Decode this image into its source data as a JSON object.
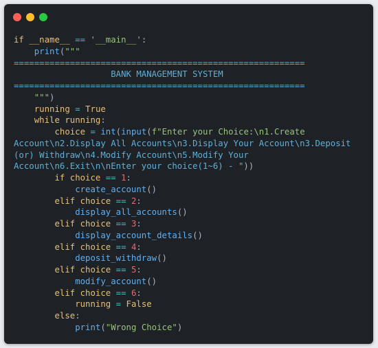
{
  "window": {
    "controls": [
      "close",
      "minimize",
      "maximize"
    ]
  },
  "code": {
    "lines": [
      {
        "indent": "",
        "tokens": [
          [
            "kw",
            "if"
          ],
          [
            "pl",
            " "
          ],
          [
            "var",
            "__name__"
          ],
          [
            "pl",
            " "
          ],
          [
            "op",
            "=="
          ],
          [
            "pl",
            " "
          ],
          [
            "str",
            "'__main__'"
          ],
          [
            "pl",
            ":"
          ]
        ]
      },
      {
        "indent": "    ",
        "tokens": [
          [
            "fn",
            "print"
          ],
          [
            "pl",
            "("
          ],
          [
            "str",
            "\"\"\""
          ]
        ]
      },
      {
        "indent": "",
        "tokens": [
          [
            "strblue",
            "========================================================="
          ]
        ]
      },
      {
        "indent": "",
        "tokens": [
          [
            "strblue",
            "                   BANK MANAGEMENT SYSTEM"
          ]
        ]
      },
      {
        "indent": "",
        "tokens": [
          [
            "strblue",
            "========================================================="
          ]
        ]
      },
      {
        "indent": "    ",
        "tokens": [
          [
            "str",
            "\"\"\""
          ],
          [
            "pl",
            ")"
          ]
        ]
      },
      {
        "indent": "    ",
        "tokens": [
          [
            "var",
            "running"
          ],
          [
            "pl",
            " "
          ],
          [
            "op",
            "="
          ],
          [
            "pl",
            " "
          ],
          [
            "kw",
            "True"
          ]
        ]
      },
      {
        "indent": "    ",
        "tokens": [
          [
            "kw",
            "while"
          ],
          [
            "pl",
            " "
          ],
          [
            "var",
            "running"
          ],
          [
            "pl",
            ":"
          ]
        ]
      },
      {
        "indent": "        ",
        "tokens": [
          [
            "var",
            "choice"
          ],
          [
            "pl",
            " "
          ],
          [
            "op",
            "="
          ],
          [
            "pl",
            " "
          ],
          [
            "fn",
            "int"
          ],
          [
            "pl",
            "("
          ],
          [
            "fn",
            "input"
          ],
          [
            "pl",
            "("
          ],
          [
            "str",
            "f\"Enter your Choice:\\n1.Create"
          ]
        ]
      },
      {
        "indent": "",
        "tokens": [
          [
            "strblue",
            "Account\\n2.Display All Accounts\\n3.Display Your Account\\n3.Deposit"
          ]
        ]
      },
      {
        "indent": "",
        "tokens": [
          [
            "strblue",
            "(or) Withdraw\\n4.Modify Account\\n5.Modify Your"
          ]
        ]
      },
      {
        "indent": "",
        "tokens": [
          [
            "strblue",
            "Account\\n6.Exit\\n\\nEnter your choice(1~6) - \""
          ],
          [
            "pl",
            "))"
          ]
        ]
      },
      {
        "indent": "        ",
        "tokens": [
          [
            "kw",
            "if"
          ],
          [
            "pl",
            " "
          ],
          [
            "var",
            "choice"
          ],
          [
            "pl",
            " "
          ],
          [
            "op",
            "=="
          ],
          [
            "pl",
            " "
          ],
          [
            "num",
            "1"
          ],
          [
            "pl",
            ":"
          ]
        ]
      },
      {
        "indent": "            ",
        "tokens": [
          [
            "fn",
            "create_account"
          ],
          [
            "pl",
            "()"
          ]
        ]
      },
      {
        "indent": "        ",
        "tokens": [
          [
            "kw",
            "elif"
          ],
          [
            "pl",
            " "
          ],
          [
            "var",
            "choice"
          ],
          [
            "pl",
            " "
          ],
          [
            "op",
            "=="
          ],
          [
            "pl",
            " "
          ],
          [
            "num",
            "2"
          ],
          [
            "pl",
            ":"
          ]
        ]
      },
      {
        "indent": "            ",
        "tokens": [
          [
            "fn",
            "display_all_accounts"
          ],
          [
            "pl",
            "()"
          ]
        ]
      },
      {
        "indent": "        ",
        "tokens": [
          [
            "kw",
            "elif"
          ],
          [
            "pl",
            " "
          ],
          [
            "var",
            "choice"
          ],
          [
            "pl",
            " "
          ],
          [
            "op",
            "=="
          ],
          [
            "pl",
            " "
          ],
          [
            "num",
            "3"
          ],
          [
            "pl",
            ":"
          ]
        ]
      },
      {
        "indent": "            ",
        "tokens": [
          [
            "fn",
            "display_account_details"
          ],
          [
            "pl",
            "()"
          ]
        ]
      },
      {
        "indent": "        ",
        "tokens": [
          [
            "kw",
            "elif"
          ],
          [
            "pl",
            " "
          ],
          [
            "var",
            "choice"
          ],
          [
            "pl",
            " "
          ],
          [
            "op",
            "=="
          ],
          [
            "pl",
            " "
          ],
          [
            "num",
            "4"
          ],
          [
            "pl",
            ":"
          ]
        ]
      },
      {
        "indent": "            ",
        "tokens": [
          [
            "fn",
            "deposit_withdraw"
          ],
          [
            "pl",
            "()"
          ]
        ]
      },
      {
        "indent": "        ",
        "tokens": [
          [
            "kw",
            "elif"
          ],
          [
            "pl",
            " "
          ],
          [
            "var",
            "choice"
          ],
          [
            "pl",
            " "
          ],
          [
            "op",
            "=="
          ],
          [
            "pl",
            " "
          ],
          [
            "num",
            "5"
          ],
          [
            "pl",
            ":"
          ]
        ]
      },
      {
        "indent": "            ",
        "tokens": [
          [
            "fn",
            "modify_account"
          ],
          [
            "pl",
            "()"
          ]
        ]
      },
      {
        "indent": "        ",
        "tokens": [
          [
            "kw",
            "elif"
          ],
          [
            "pl",
            " "
          ],
          [
            "var",
            "choice"
          ],
          [
            "pl",
            " "
          ],
          [
            "op",
            "=="
          ],
          [
            "pl",
            " "
          ],
          [
            "num",
            "6"
          ],
          [
            "pl",
            ":"
          ]
        ]
      },
      {
        "indent": "            ",
        "tokens": [
          [
            "var",
            "running"
          ],
          [
            "pl",
            " "
          ],
          [
            "op",
            "="
          ],
          [
            "pl",
            " "
          ],
          [
            "kw",
            "False"
          ]
        ]
      },
      {
        "indent": "        ",
        "tokens": [
          [
            "kw",
            "else"
          ],
          [
            "pl",
            ":"
          ]
        ]
      },
      {
        "indent": "            ",
        "tokens": [
          [
            "fn",
            "print"
          ],
          [
            "pl",
            "("
          ],
          [
            "str",
            "\"Wrong Choice\""
          ],
          [
            "pl",
            ")"
          ]
        ]
      }
    ]
  },
  "colors": {
    "background": "#1e2227",
    "keyword": "#e5c07b",
    "string": "#98c379",
    "number": "#e06c75",
    "function": "#61afef",
    "operator": "#56b6c2",
    "plain": "#abb2bf"
  }
}
